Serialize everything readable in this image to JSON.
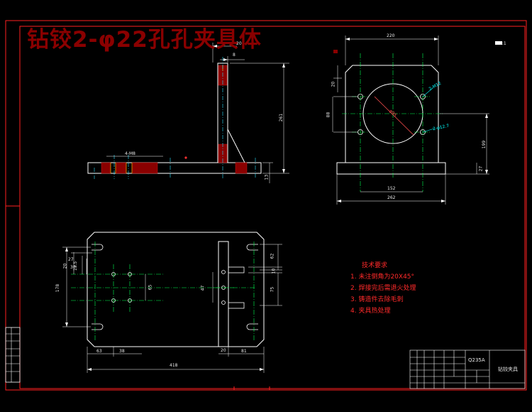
{
  "drawing": {
    "title": "钻铰2-φ22孔孔夹具体",
    "scale_note": "1:1",
    "front_view": {
      "dims": [
        "20",
        "8",
        "261",
        "4-M8",
        "13"
      ]
    },
    "side_view": {
      "dims": [
        "220",
        "20",
        "88",
        "199",
        "27",
        "152",
        "262"
      ],
      "notes": [
        "2-M12",
        "2-φ12.7",
        "φ95"
      ]
    },
    "top_view": {
      "dims": [
        "27",
        "30",
        "20",
        "13.5",
        "178",
        "65",
        "47",
        "62",
        "10",
        "75",
        "63",
        "38",
        "20",
        "81",
        "418"
      ]
    },
    "tech_req": {
      "heading": "技术要求",
      "items": [
        "1. 未注倒角为20X45°",
        "2. 焊接完后需退火处理",
        "3. 铸造件去除毛刺",
        "4. 夹具热处理"
      ]
    },
    "title_block": {
      "material": "Q235A",
      "part_name": "钻铰夹具"
    }
  }
}
